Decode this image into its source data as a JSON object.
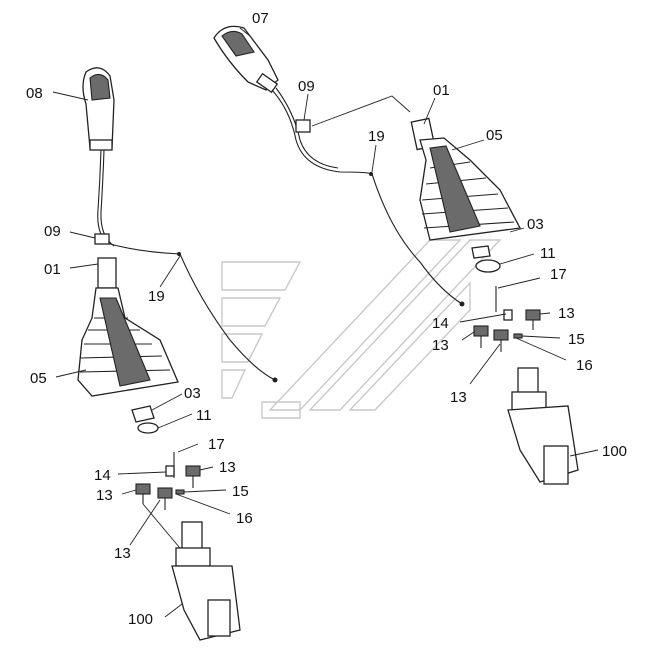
{
  "labels": {
    "p07": "07",
    "p08": "08",
    "p09_right": "09",
    "p09_left": "09",
    "p01_right": "01",
    "p01_left": "01",
    "p05_right": "05",
    "p05_left": "05",
    "p19_right": "19",
    "p19_left": "19",
    "p03_right": "03",
    "p03_left": "03",
    "p11_right": "11",
    "p11_left": "11",
    "p17_right": "17",
    "p17_left": "17",
    "p13_right_a": "13",
    "p13_right_b": "13",
    "p13_right_c": "13",
    "p13_left_a": "13",
    "p13_left_b": "13",
    "p13_left_c": "13",
    "p14_right": "14",
    "p14_left": "14",
    "p15_right": "15",
    "p15_left": "15",
    "p16_right": "16",
    "p16_left": "16",
    "p100_right": "100",
    "p100_left": "100"
  }
}
